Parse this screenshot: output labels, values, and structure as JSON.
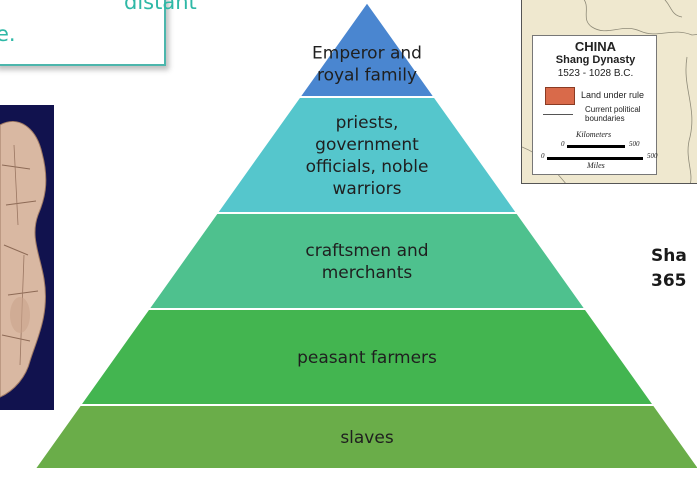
{
  "callout": {
    "line1": "distant",
    "line2": "e."
  },
  "map_legend": {
    "country": "CHINA",
    "dynasty": "Shang Dynasty",
    "dates": "1523 - 1028 B.C.",
    "land_label": "Land under rule",
    "boundaries_label": "Current political boundaries",
    "kilometers_label": "Kilometers",
    "miles_label": "Miles",
    "scale_zero": "0",
    "scale_500": "500",
    "land_color": "#d96a4a"
  },
  "side_text": {
    "line1": "Sha",
    "line2": "365"
  },
  "pyramid": {
    "tiers": [
      {
        "lines": [
          "Emperor and",
          "royal family"
        ],
        "color": "#4a86d0"
      },
      {
        "lines": [
          "priests,",
          "government",
          "officials, noble",
          "warriors"
        ],
        "color": "#55c6cc"
      },
      {
        "lines": [
          "craftsmen and",
          "merchants"
        ],
        "color": "#4ec18e"
      },
      {
        "lines": [
          "peasant farmers"
        ],
        "color": "#43b550"
      },
      {
        "lines": [
          "slaves"
        ],
        "color": "#6aad49"
      }
    ]
  }
}
